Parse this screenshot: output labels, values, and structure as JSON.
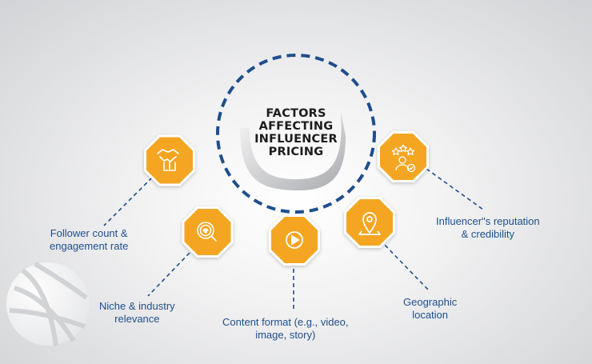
{
  "title_lines": [
    "FACTORS",
    "AFFECTING",
    "INFLUENCER",
    "PRICING"
  ],
  "factors": [
    {
      "icon": "handshake-icon",
      "lines": [
        "Follower count &",
        "engagement rate"
      ]
    },
    {
      "icon": "search-heart-icon",
      "lines": [
        "Niche & industry",
        "relevance"
      ]
    },
    {
      "icon": "play-button-icon",
      "lines": [
        "Content format (e.g.,  video,",
        "image, story)"
      ]
    },
    {
      "icon": "location-pin-icon",
      "lines": [
        "Geographic",
        "location"
      ]
    },
    {
      "icon": "star-rating-user-icon",
      "lines": [
        "Influencer\"s  reputation",
        "& credibility"
      ]
    }
  ],
  "colors": {
    "accent": "#f4a623",
    "ring": "#1f4e8c",
    "label": "#1f4e8c",
    "title": "#1c1c1c"
  }
}
